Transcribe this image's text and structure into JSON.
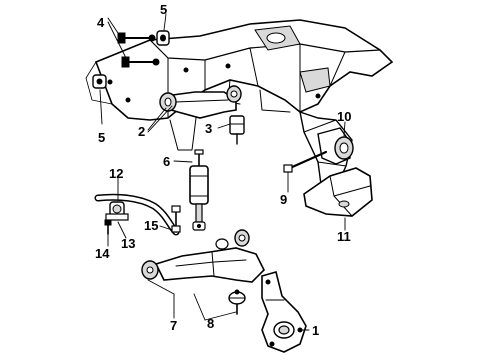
{
  "diagram": {
    "callouts": [
      "1",
      "2",
      "3",
      "4",
      "5",
      "5",
      "6",
      "7",
      "8",
      "9",
      "10",
      "11",
      "12",
      "13",
      "14",
      "15"
    ],
    "colors": {
      "ink": "#000000",
      "paper": "#ffffff",
      "shade": "#d9d9d9"
    }
  }
}
